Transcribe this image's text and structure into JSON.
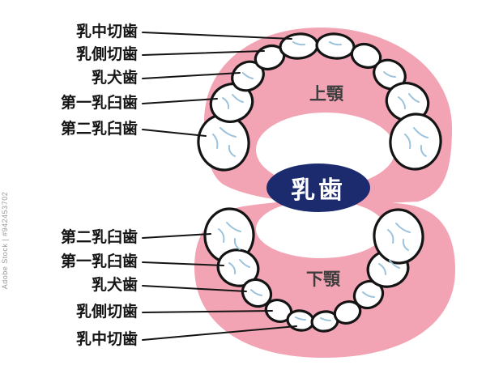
{
  "watermark": "Adobe Stock | #942453702",
  "diagram": {
    "title_badge": "乳歯",
    "upper_jaw": "上顎",
    "lower_jaw": "下顎",
    "upper_labels": [
      "乳中切歯",
      "乳側切歯",
      "乳犬歯",
      "第一乳臼歯",
      "第二乳臼歯"
    ],
    "lower_labels": [
      "第二乳臼歯",
      "第一乳臼歯",
      "乳犬歯",
      "乳側切歯",
      "乳中切歯"
    ]
  },
  "colors": {
    "gum_pink": "#F2A4B5",
    "badge_navy": "#1C2B6E",
    "tooth_outline": "#141414",
    "tooth_fissure_blue": "#9CC3DC"
  }
}
